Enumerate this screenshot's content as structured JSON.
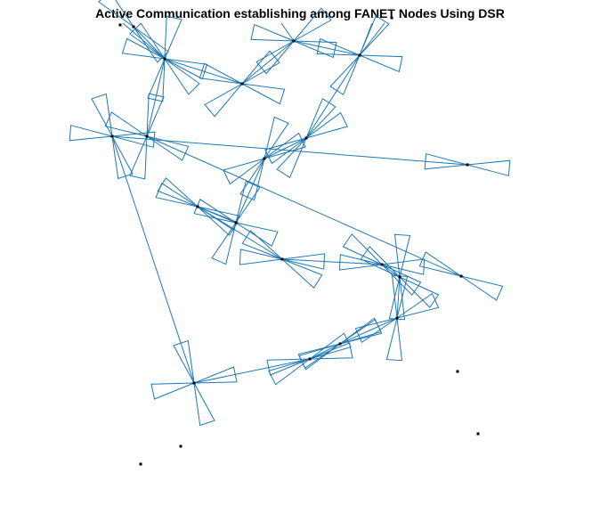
{
  "figure": {
    "title": "Active Communication establishing among FANET Nodes Using DSR"
  },
  "colors": {
    "link": "#1f77b4",
    "node": "#000000",
    "background": "#ffffff"
  },
  "diagram": {
    "nodes": [
      {
        "id": "n1"
      },
      {
        "id": "n2"
      },
      {
        "id": "n3"
      },
      {
        "id": "n4"
      },
      {
        "id": "n5"
      },
      {
        "id": "n6"
      },
      {
        "id": "n7"
      },
      {
        "id": "n8"
      },
      {
        "id": "n9"
      },
      {
        "id": "n10"
      },
      {
        "id": "n11"
      },
      {
        "id": "n12"
      },
      {
        "id": "n13"
      },
      {
        "id": "n14"
      },
      {
        "id": "n15"
      },
      {
        "id": "n16"
      },
      {
        "id": "n17"
      },
      {
        "id": "n18"
      },
      {
        "id": "n19"
      },
      {
        "id": "n20"
      },
      {
        "id": "n21"
      },
      {
        "id": "n22"
      },
      {
        "id": "n23"
      },
      {
        "id": "n24"
      },
      {
        "id": "n25"
      },
      {
        "id": "n26"
      }
    ],
    "links": [
      [
        "n1",
        "n2"
      ],
      [
        "n2",
        "n3"
      ],
      [
        "n3",
        "n4"
      ],
      [
        "n4",
        "n5"
      ],
      [
        "n5",
        "n7"
      ],
      [
        "n7",
        "n8"
      ],
      [
        "n8",
        "n9"
      ],
      [
        "n9",
        "n10"
      ],
      [
        "n10",
        "n11"
      ],
      [
        "n11",
        "n12"
      ],
      [
        "n12",
        "n13"
      ],
      [
        "n13",
        "n14"
      ],
      [
        "n14",
        "n15"
      ],
      [
        "n15",
        "n16"
      ],
      [
        "n16",
        "n17"
      ],
      [
        "n17",
        "n18"
      ],
      [
        "n18",
        "n19"
      ],
      [
        "n2",
        "n20"
      ],
      [
        "n20",
        "n21"
      ]
    ]
  }
}
